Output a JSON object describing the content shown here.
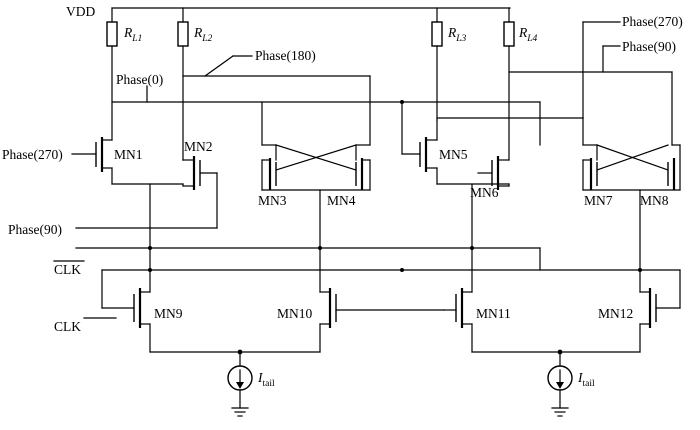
{
  "labels": {
    "vdd": "VDD",
    "clk": "CLK",
    "clk_bar": "CLK",
    "phase0": "Phase(0)",
    "phase180": "Phase(180)",
    "phase90_right": "Phase(90)",
    "phase270_right": "Phase(270)",
    "phase270_left": "Phase(270)",
    "phase90_left": "Phase(90)"
  },
  "resistors": [
    {
      "main": "R",
      "sub": "L1"
    },
    {
      "main": "R",
      "sub": "L2"
    },
    {
      "main": "R",
      "sub": "L3"
    },
    {
      "main": "R",
      "sub": "L4"
    }
  ],
  "transistors": [
    "MN1",
    "MN2",
    "MN3",
    "MN4",
    "MN5",
    "MN6",
    "MN7",
    "MN8",
    "MN9",
    "MN10",
    "MN11",
    "MN12"
  ],
  "sources": [
    {
      "main": "I",
      "sub": "tail"
    },
    {
      "main": "I",
      "sub": "tail"
    }
  ]
}
